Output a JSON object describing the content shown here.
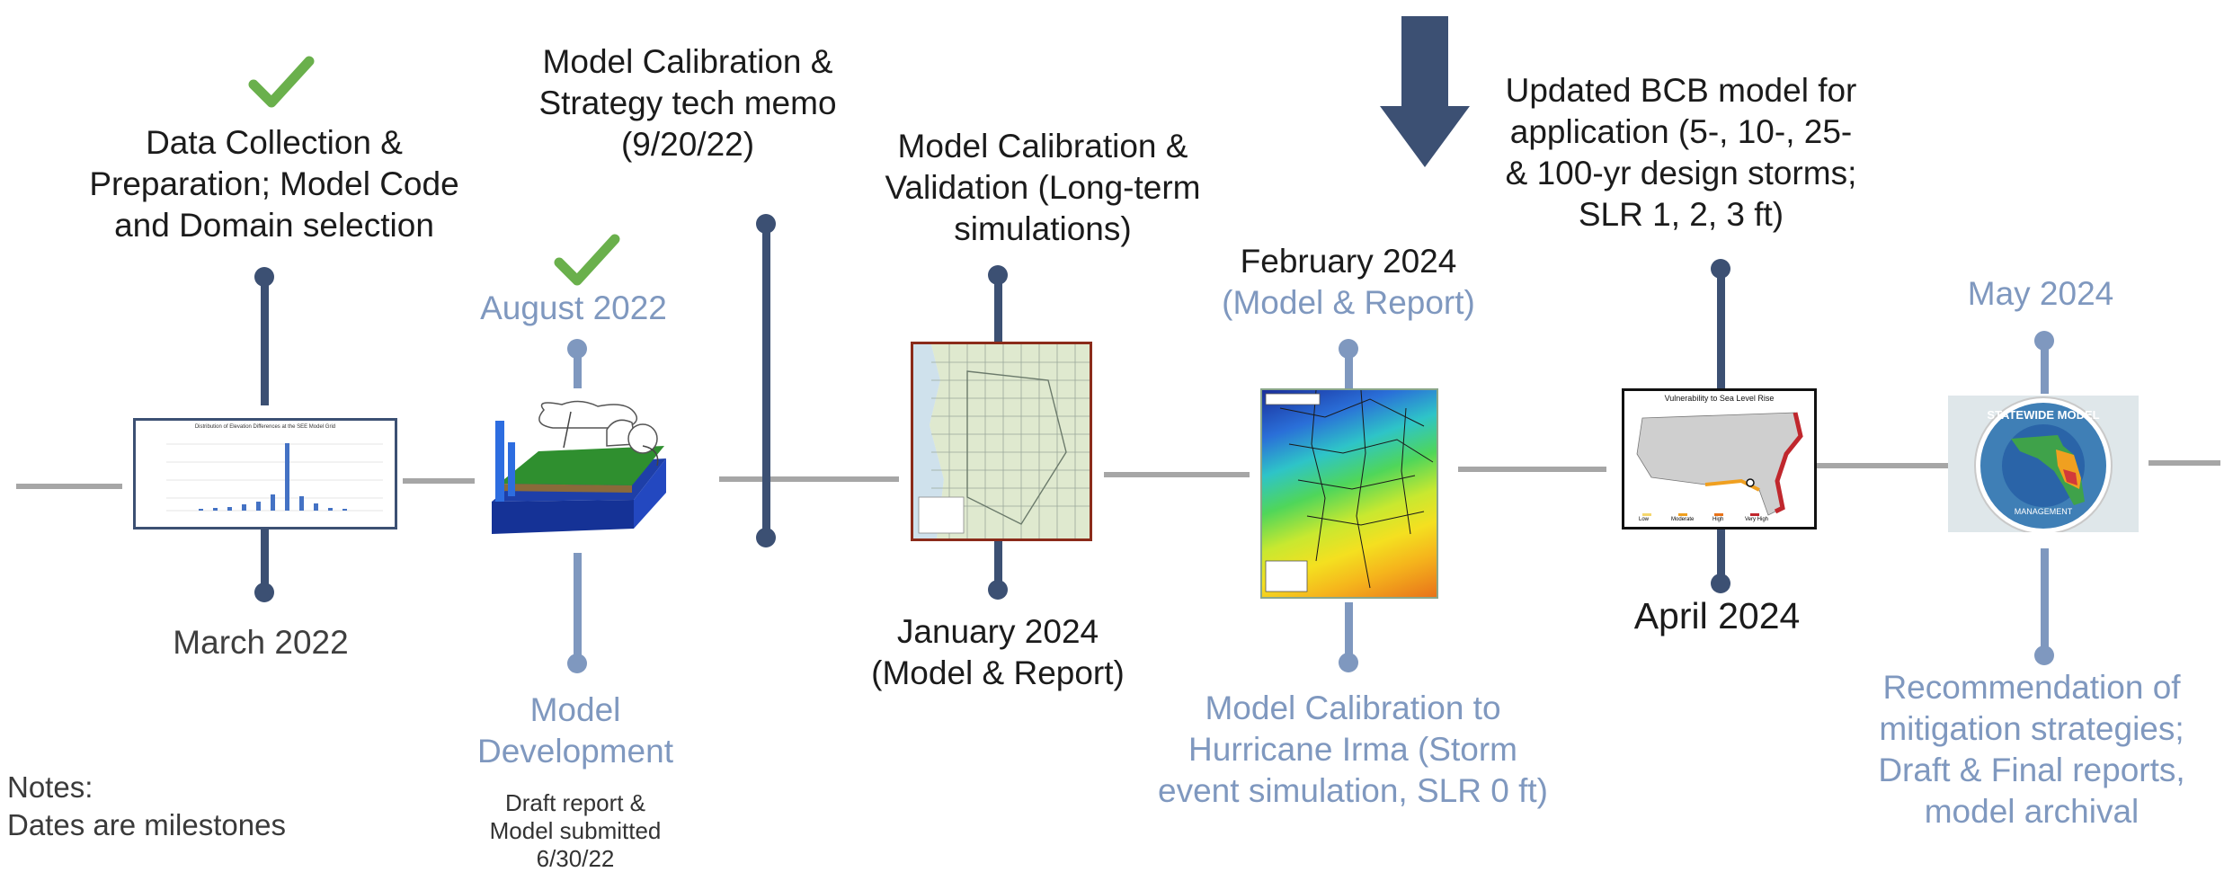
{
  "milestones": {
    "m1": {
      "top": "Data Collection &\nPreparation; Model Code\nand Domain selection",
      "date": "March 2022",
      "done": true
    },
    "m2": {
      "memo": "Model Calibration &\nStrategy tech memo\n(9/20/22)",
      "date": "August 2022",
      "task": "Model\nDevelopment",
      "note": "Draft report &\nModel submitted\n6/30/22",
      "done": true
    },
    "m3": {
      "top": "Model Calibration &\nValidation (Long-term\nsimulations)",
      "date": "January 2024\n(Model & Report)"
    },
    "m4": {
      "date": "February 2024",
      "date_sub": "(Model & Report)",
      "task": "Model Calibration to\nHurricane Irma (Storm\nevent simulation, SLR 0 ft)"
    },
    "m5": {
      "top": "Updated BCB model for\napplication (5-, 10-, 25-\n& 100-yr design storms;\nSLR 1, 2, 3 ft)",
      "date": "April 2024"
    },
    "m6": {
      "date": "May 2024",
      "task": "Recommendation of\nmitigation strategies;\nDraft & Final reports,\nmodel archival"
    }
  },
  "thumbnails": {
    "chart_title": "Distribution of Elevation Differences at the SEE Model Grid",
    "slr_title": "Vulnerability to Sea Level Rise",
    "slr_legend": [
      "Low",
      "Moderate",
      "High",
      "Very High"
    ],
    "logo_text_top": "STATEWIDE MODEL",
    "logo_text_bottom": "MANAGEMENT"
  },
  "notes": "Notes:\nDates are milestones",
  "colors": {
    "navy": "#3c5073",
    "light_blue": "#7f98bf",
    "check": "#6ab04c",
    "timeline": "#a6a6a6",
    "arrow": "#3c5073"
  }
}
